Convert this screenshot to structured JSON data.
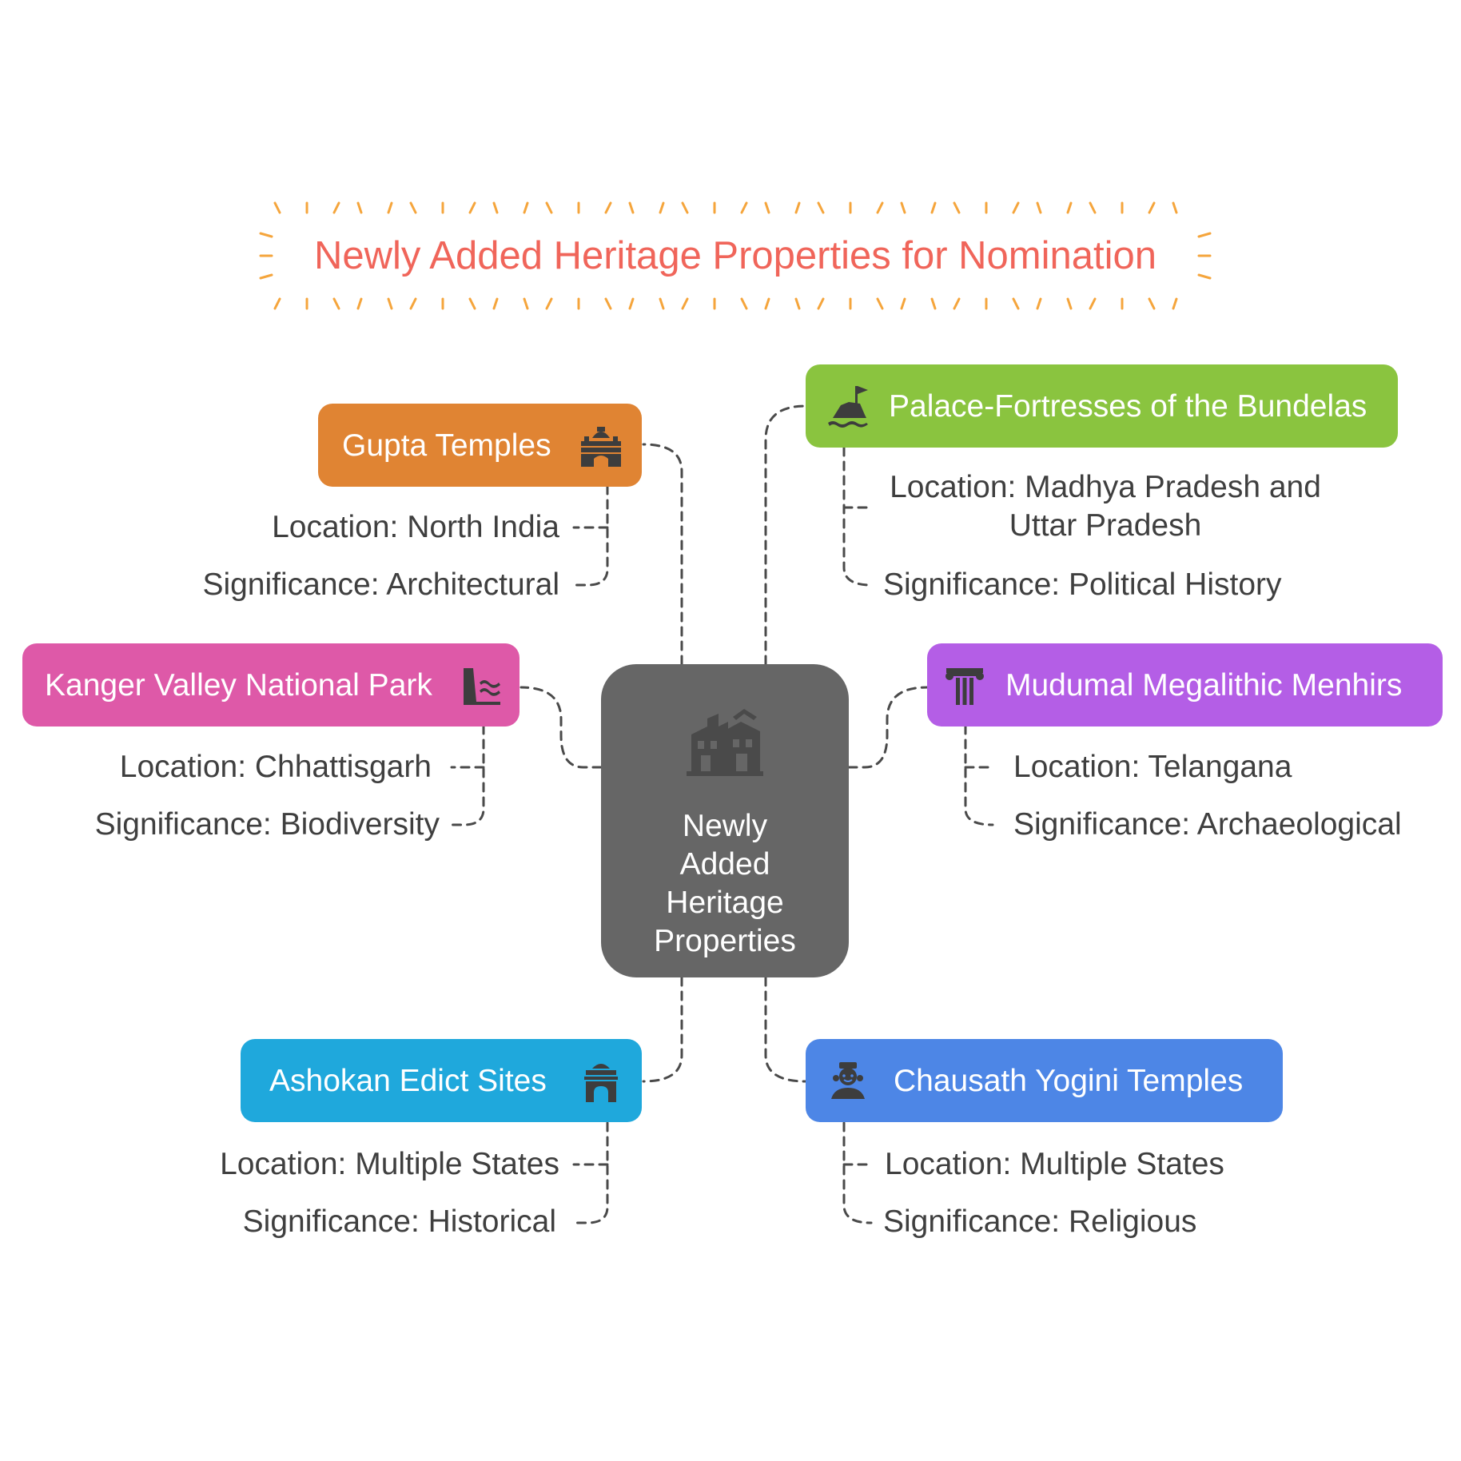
{
  "title": "Newly Added Heritage Properties for Nomination",
  "colors": {
    "title": "#f0655a",
    "title_burst": "#f5a53c",
    "center": "#666666",
    "connector": "#4a4a4a",
    "text": "#3f3f3f"
  },
  "center": {
    "label": "Newly Added Heritage Properties",
    "icon": "heritage-buildings-icon"
  },
  "branches": {
    "gupta": {
      "label": "Gupta Temples",
      "icon": "temple-icon",
      "color": "#e08433",
      "location": "Location: North India",
      "significance": "Significance: Architectural"
    },
    "bundela": {
      "label": "Palace-Fortresses of the Bundelas",
      "icon": "fortress-flag-icon",
      "color": "#8ac43f",
      "location_line1": "Location: Madhya Pradesh and",
      "location_line2": "Uttar Pradesh",
      "significance": "Significance: Political History"
    },
    "kanger": {
      "label": "Kanger Valley National Park",
      "icon": "cliff-river-icon",
      "color": "#de59a8",
      "location": "Location: Chhattisgarh",
      "significance": "Significance: Biodiversity"
    },
    "mudumal": {
      "label": "Mudumal Megalithic Menhirs",
      "icon": "pillar-icon",
      "color": "#b45ee6",
      "location": "Location: Telangana",
      "significance": "Significance: Archaeological"
    },
    "ashokan": {
      "label": "Ashokan Edict Sites",
      "icon": "gateway-icon",
      "color": "#1fa8dc",
      "location": "Location: Multiple States",
      "significance": "Significance: Historical"
    },
    "chausath": {
      "label": "Chausath Yogini Temples",
      "icon": "yogini-figure-icon",
      "color": "#4d86e6",
      "location": "Location: Multiple States",
      "significance": "Significance: Religious"
    }
  }
}
